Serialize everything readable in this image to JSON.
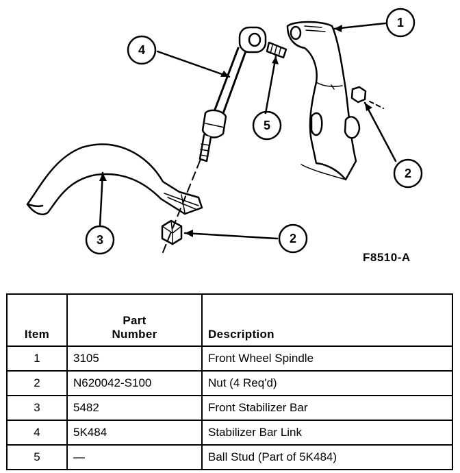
{
  "figure_id": "F8510-A",
  "callouts": {
    "c1": "1",
    "c2a": "2",
    "c2b": "2",
    "c3": "3",
    "c4": "4",
    "c5": "5"
  },
  "table": {
    "headers": {
      "item": "Item",
      "part_line1": "Part",
      "part_line2": "Number",
      "description": "Description"
    },
    "rows": [
      {
        "item": "1",
        "part": "3105",
        "description": "Front Wheel Spindle"
      },
      {
        "item": "2",
        "part": "N620042-S100",
        "description": "Nut (4 Req'd)"
      },
      {
        "item": "3",
        "part": "5482",
        "description": "Front Stabilizer Bar"
      },
      {
        "item": "4",
        "part": "5K484",
        "description": "Stabilizer Bar Link"
      },
      {
        "item": "5",
        "part": "—",
        "description": "Ball Stud (Part of 5K484)"
      }
    ]
  }
}
